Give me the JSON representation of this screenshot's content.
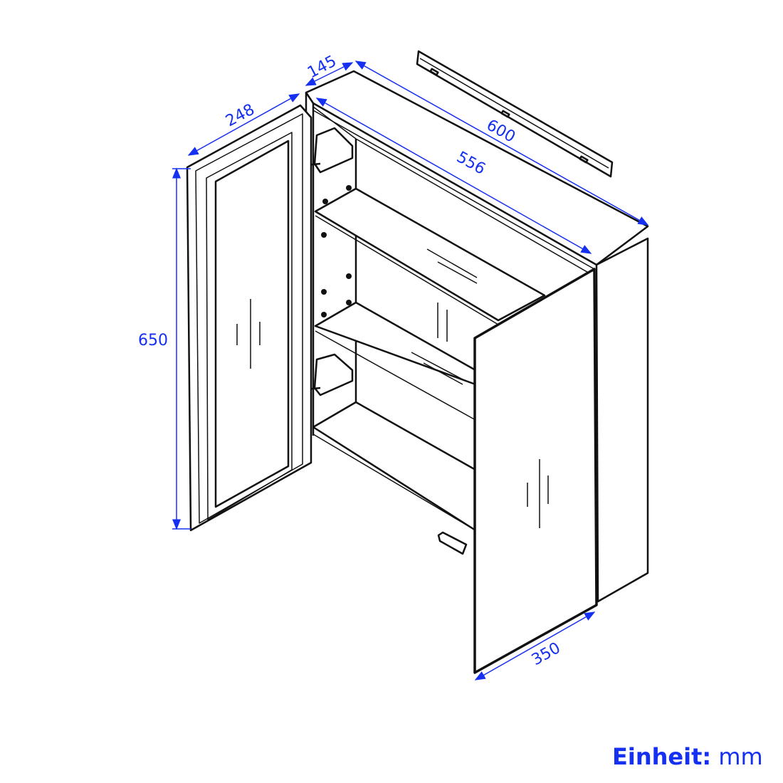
{
  "dimensions": {
    "depth": "145",
    "door_depth": "248",
    "total_width": "600",
    "inner_width": "556",
    "height": "650",
    "door_width": "350"
  },
  "unit": {
    "label": "Einheit:",
    "value": "mm"
  },
  "colors": {
    "dimension": "#1530f0",
    "line": "#111111"
  }
}
